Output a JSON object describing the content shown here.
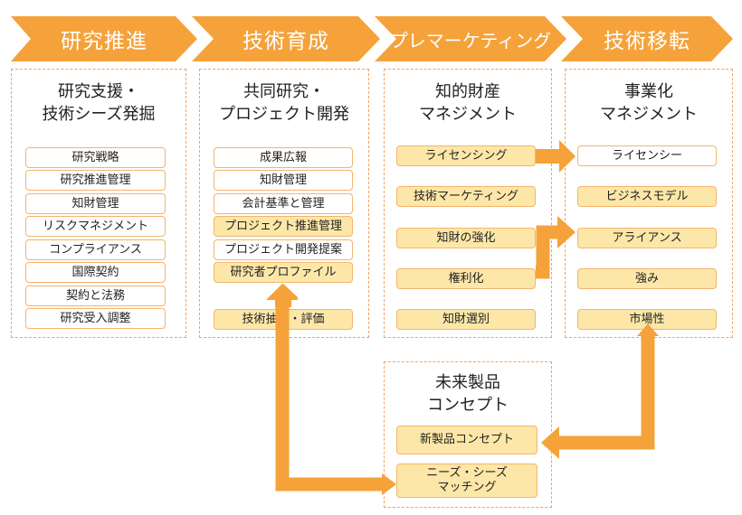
{
  "colors": {
    "accent": "#f5a23a",
    "highlight_fill": "#fde7a8",
    "border": "#f4a262"
  },
  "stages": [
    {
      "label": "研究推進"
    },
    {
      "label": "技術育成"
    },
    {
      "label": "プレマーケティング"
    },
    {
      "label": "技術移転"
    }
  ],
  "columns": [
    {
      "title": "研究支援・\n技術シーズ発掘",
      "items": [
        {
          "label": "研究戦略"
        },
        {
          "label": "研究推進管理"
        },
        {
          "label": "知財管理"
        },
        {
          "label": "リスクマネジメント"
        },
        {
          "label": "コンプライアンス"
        },
        {
          "label": "国際契約"
        },
        {
          "label": "契約と法務"
        },
        {
          "label": "研究受入調整"
        }
      ]
    },
    {
      "title": "共同研究・\nプロジェクト開発",
      "items": [
        {
          "label": "成果広報"
        },
        {
          "label": "知財管理"
        },
        {
          "label": "会計基準と管理"
        },
        {
          "label": "プロジェクト推進管理"
        },
        {
          "label": "プロジェクト開発提案"
        },
        {
          "label": "研究者プロファイル"
        },
        {
          "label": "技術抽出・評価"
        }
      ]
    },
    {
      "title": "知的財産\nマネジメント",
      "items": [
        {
          "label": "ライセンシング"
        },
        {
          "label": "技術マーケティング"
        },
        {
          "label": "知財の強化"
        },
        {
          "label": "権利化"
        },
        {
          "label": "知財選別"
        }
      ]
    },
    {
      "title": "事業化\nマネジメント",
      "items": [
        {
          "label": "ライセンシー"
        },
        {
          "label": "ビジネスモデル"
        },
        {
          "label": "アライアンス"
        },
        {
          "label": "強み"
        },
        {
          "label": "市場性"
        }
      ]
    }
  ],
  "bottom": {
    "title": "未来製品\nコンセプト",
    "items": [
      {
        "label": "新製品コンセプト"
      },
      {
        "label": "ニーズ・シーズ\nマッチング"
      }
    ]
  }
}
